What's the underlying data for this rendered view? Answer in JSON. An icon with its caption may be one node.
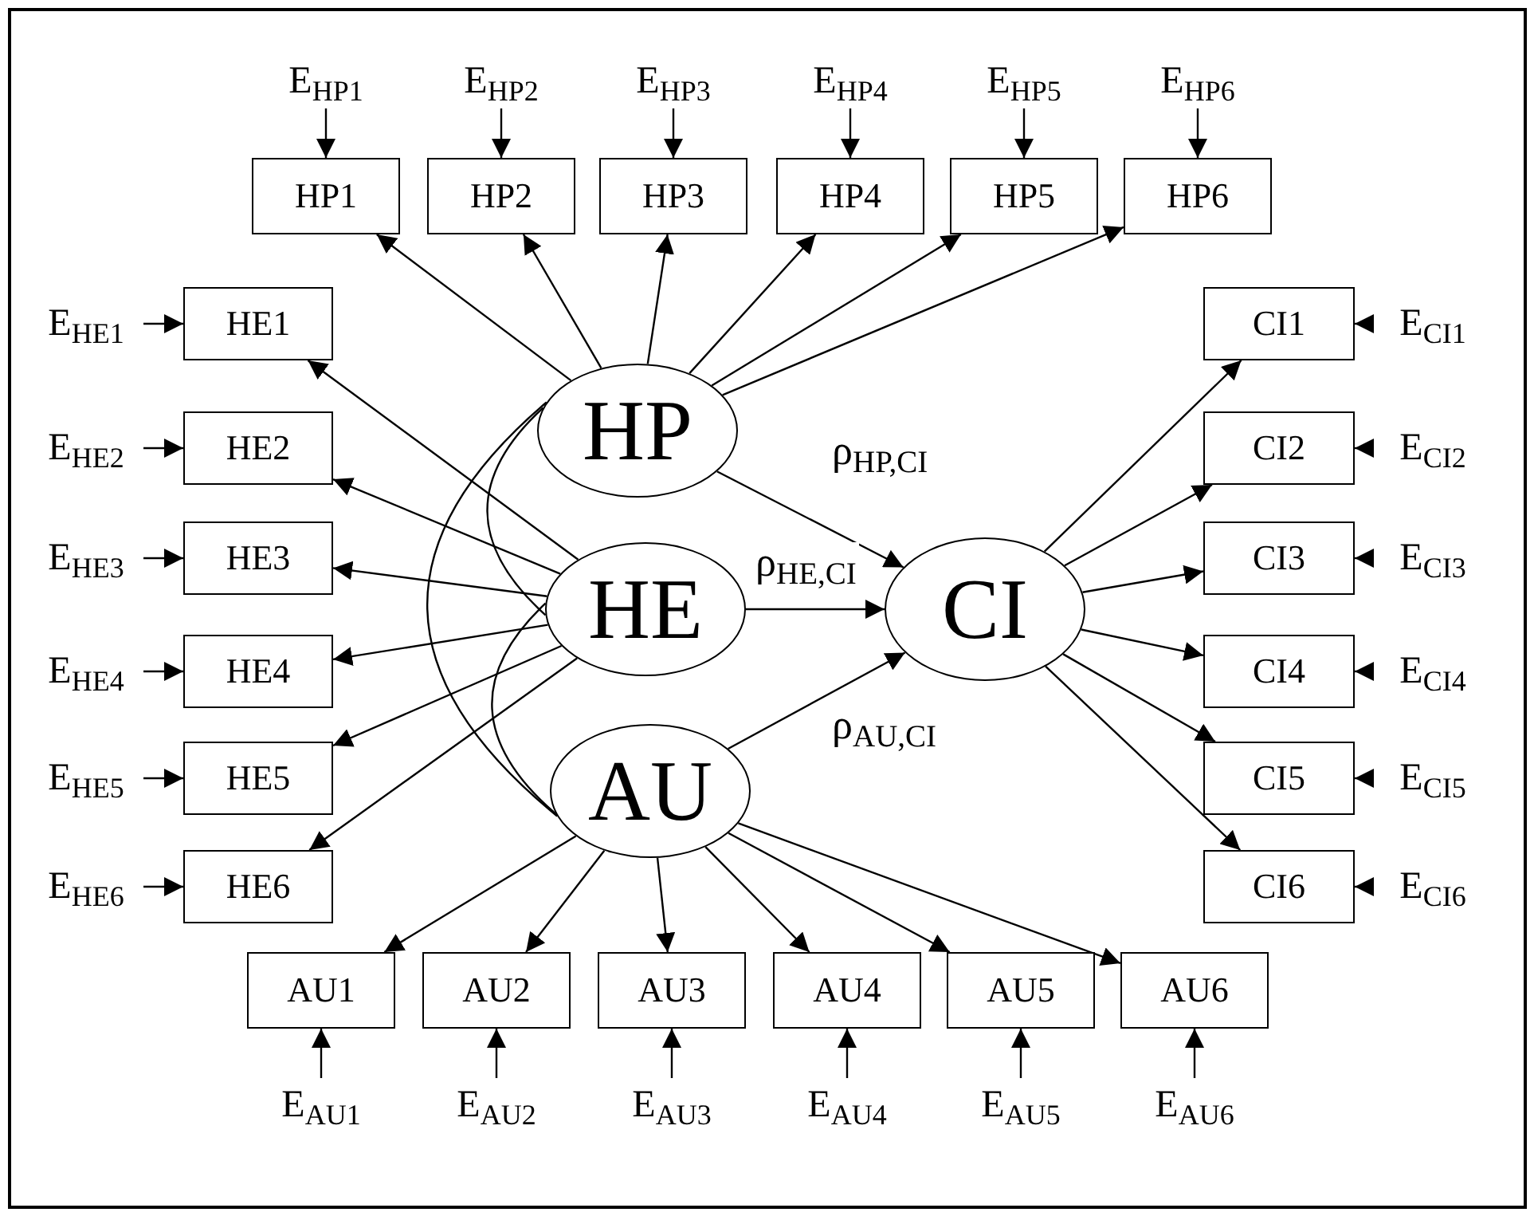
{
  "diagram": {
    "nodes": [
      {
        "text": [
          "HP"
        ]
      },
      {
        "text": [
          "HE"
        ]
      },
      {
        "text": [
          "AU"
        ]
      },
      {
        "text": [
          "CI"
        ]
      },
      {
        "text": [
          "HP1"
        ]
      },
      {
        "text": [
          "HP2"
        ]
      },
      {
        "text": [
          "HP3"
        ]
      },
      {
        "text": [
          "HP4"
        ]
      },
      {
        "text": [
          "HP5"
        ]
      },
      {
        "text": [
          "HP6"
        ]
      },
      {
        "text": [
          "HE1"
        ]
      },
      {
        "text": [
          "HE2"
        ]
      },
      {
        "text": [
          "HE3"
        ]
      },
      {
        "text": [
          "HE4"
        ]
      },
      {
        "text": [
          "HE5"
        ]
      },
      {
        "text": [
          "HE6"
        ]
      },
      {
        "text": [
          "CI1"
        ]
      },
      {
        "text": [
          "CI2"
        ]
      },
      {
        "text": [
          "CI3"
        ]
      },
      {
        "text": [
          "CI4"
        ]
      },
      {
        "text": [
          "CI5"
        ]
      },
      {
        "text": [
          "CI6"
        ]
      },
      {
        "text": [
          "AU1"
        ]
      },
      {
        "text": [
          "AU2"
        ]
      },
      {
        "text": [
          "AU3"
        ]
      },
      {
        "text": [
          "AU4"
        ]
      },
      {
        "text": [
          "AU5"
        ]
      },
      {
        "text": [
          "AU6"
        ]
      },
      {
        "text": [
          "E$_{HP1}$"
        ]
      },
      {
        "text": [
          "E$_{HP2}$"
        ]
      },
      {
        "text": [
          "E$_{HP3}$"
        ]
      },
      {
        "text": [
          "E$_{HP4}$"
        ]
      },
      {
        "text": [
          "E$_{HP5}$"
        ]
      },
      {
        "text": [
          "E$_{HP6}$"
        ]
      },
      {
        "text": [
          "E$_{HE1}$"
        ]
      },
      {
        "text": [
          "E$_{HE2}$"
        ]
      },
      {
        "text": [
          "E$_{HE3}$"
        ]
      },
      {
        "text": [
          "E$_{HE4}$"
        ]
      },
      {
        "text": [
          "E$_{HE5}$"
        ]
      },
      {
        "text": [
          "E$_{HE6}$"
        ]
      },
      {
        "text": [
          "E$_{CI1}$"
        ]
      },
      {
        "text": [
          "E$_{CI2}$"
        ]
      },
      {
        "text": [
          "E$_{CI3}$"
        ]
      },
      {
        "text": [
          "E$_{CI4}$"
        ]
      },
      {
        "text": [
          "E$_{CI5}$"
        ]
      },
      {
        "text": [
          "E$_{CI6}$"
        ]
      },
      {
        "text": [
          "E$_{AU1}$"
        ]
      },
      {
        "text": [
          "E$_{AU2}$"
        ]
      },
      {
        "text": [
          "E$_{AU3}$"
        ]
      },
      {
        "text": [
          "E$_{AU4}$"
        ]
      },
      {
        "text": [
          "E$_{AU5}$"
        ]
      },
      {
        "text": [
          "E$_{AU6}$"
        ]
      }
    ],
    "edges": [
      {
        "from": 0,
        "to": 4,
        "arrow": "to"
      },
      {
        "from": 0,
        "to": 5,
        "arrow": "to"
      },
      {
        "from": 0,
        "to": 6,
        "arrow": "to"
      },
      {
        "from": 0,
        "to": 7,
        "arrow": "to"
      },
      {
        "from": 0,
        "to": 8,
        "arrow": "to"
      },
      {
        "from": 0,
        "to": 9,
        "arrow": "to"
      },
      {
        "from": 1,
        "to": 10,
        "arrow": "to"
      },
      {
        "from": 1,
        "to": 11,
        "arrow": "to"
      },
      {
        "from": 1,
        "to": 12,
        "arrow": "to"
      },
      {
        "from": 1,
        "to": 13,
        "arrow": "to"
      },
      {
        "from": 1,
        "to": 14,
        "arrow": "to"
      },
      {
        "from": 1,
        "to": 15,
        "arrow": "to"
      },
      {
        "from": 3,
        "to": 16,
        "arrow": "to"
      },
      {
        "from": 3,
        "to": 17,
        "arrow": "to"
      },
      {
        "from": 3,
        "to": 18,
        "arrow": "to"
      },
      {
        "from": 3,
        "to": 19,
        "arrow": "to"
      },
      {
        "from": 3,
        "to": 20,
        "arrow": "to"
      },
      {
        "from": 3,
        "to": 21,
        "arrow": "to"
      },
      {
        "from": 2,
        "to": 22,
        "arrow": "to"
      },
      {
        "from": 2,
        "to": 23,
        "arrow": "to"
      },
      {
        "from": 2,
        "to": 24,
        "arrow": "to"
      },
      {
        "from": 2,
        "to": 25,
        "arrow": "to"
      },
      {
        "from": 2,
        "to": 26,
        "arrow": "to"
      },
      {
        "from": 2,
        "to": 27,
        "arrow": "to"
      },
      {
        "from": 28,
        "to": 4,
        "arrow": "to"
      },
      {
        "from": 29,
        "to": 5,
        "arrow": "to"
      },
      {
        "from": 30,
        "to": 6,
        "arrow": "to"
      },
      {
        "from": 31,
        "to": 7,
        "arrow": "to"
      },
      {
        "from": 32,
        "to": 8,
        "arrow": "to"
      },
      {
        "from": 33,
        "to": 9,
        "arrow": "to"
      },
      {
        "from": 34,
        "to": 10,
        "arrow": "to"
      },
      {
        "from": 35,
        "to": 11,
        "arrow": "to"
      },
      {
        "from": 36,
        "to": 12,
        "arrow": "to"
      },
      {
        "from": 37,
        "to": 13,
        "arrow": "to"
      },
      {
        "from": 38,
        "to": 14,
        "arrow": "to"
      },
      {
        "from": 39,
        "to": 15,
        "arrow": "to"
      },
      {
        "from": 40,
        "to": 16,
        "arrow": "to"
      },
      {
        "from": 41,
        "to": 17,
        "arrow": "to"
      },
      {
        "from": 42,
        "to": 18,
        "arrow": "to"
      },
      {
        "from": 43,
        "to": 19,
        "arrow": "to"
      },
      {
        "from": 44,
        "to": 20,
        "arrow": "to"
      },
      {
        "from": 45,
        "to": 21,
        "arrow": "to"
      },
      {
        "from": 46,
        "to": 22,
        "arrow": "to"
      },
      {
        "from": 47,
        "to": 23,
        "arrow": "to"
      },
      {
        "from": 48,
        "to": 24,
        "arrow": "to"
      },
      {
        "from": 49,
        "to": 25,
        "arrow": "to"
      },
      {
        "from": 50,
        "to": 26,
        "arrow": "to"
      },
      {
        "from": 51,
        "to": 27,
        "arrow": "to"
      },
      {
        "from": 0,
        "to": 3,
        "arrow": "to",
        "label": "ρ$_{HP,CI}$"
      },
      {
        "from": 1,
        "to": 3,
        "arrow": "to",
        "label": "ρ$_{HE,CI}$"
      },
      {
        "from": 2,
        "to": 3,
        "arrow": "to",
        "label": "ρ$_{AU,CI}$"
      },
      {
        "from": 0,
        "to": 1,
        "arrow": "none"
      },
      {
        "from": 1,
        "to": 2,
        "arrow": "none"
      },
      {
        "from": 0,
        "to": 2,
        "arrow": "none"
      }
    ]
  }
}
